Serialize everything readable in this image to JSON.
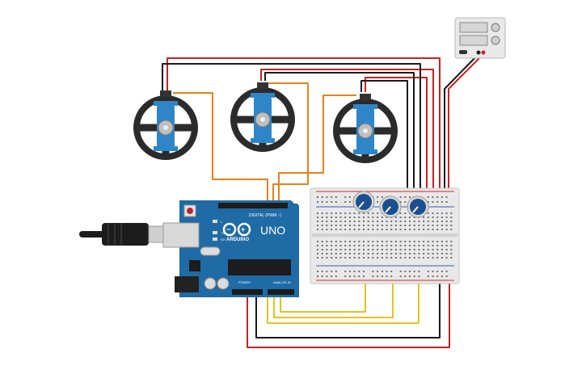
{
  "arduino": {
    "model_text": "UNO",
    "brand_text": "ARDUINO",
    "tx_label": "TX",
    "rx_label": "RX",
    "l_label": "L",
    "digital_label": "DIGITAL (PWM ~)",
    "power_label": "POWER",
    "analog_label": "ANALOG IN",
    "board_color": "#1f6ba5"
  },
  "servos": {
    "count": 3,
    "body_color": "#2e86c9",
    "wheel_color": "#2b2b2b"
  },
  "potentiometers": {
    "count": 3,
    "knob_color": "#1b4f8f"
  },
  "power_supply": {
    "count": 1,
    "casing_color": "#e9e9e9"
  },
  "breadboard": {
    "color": "#e8e8e8",
    "rail_red": "#d42a2a",
    "rail_blue": "#3b5bb3"
  },
  "wires": {
    "power_color": "#cc1f1f",
    "ground_color": "#1a1a1a",
    "signal_color": "#e8811a",
    "analog_color": "#e6c31e"
  },
  "usb_cable": {
    "color": "#1c1c1c"
  }
}
